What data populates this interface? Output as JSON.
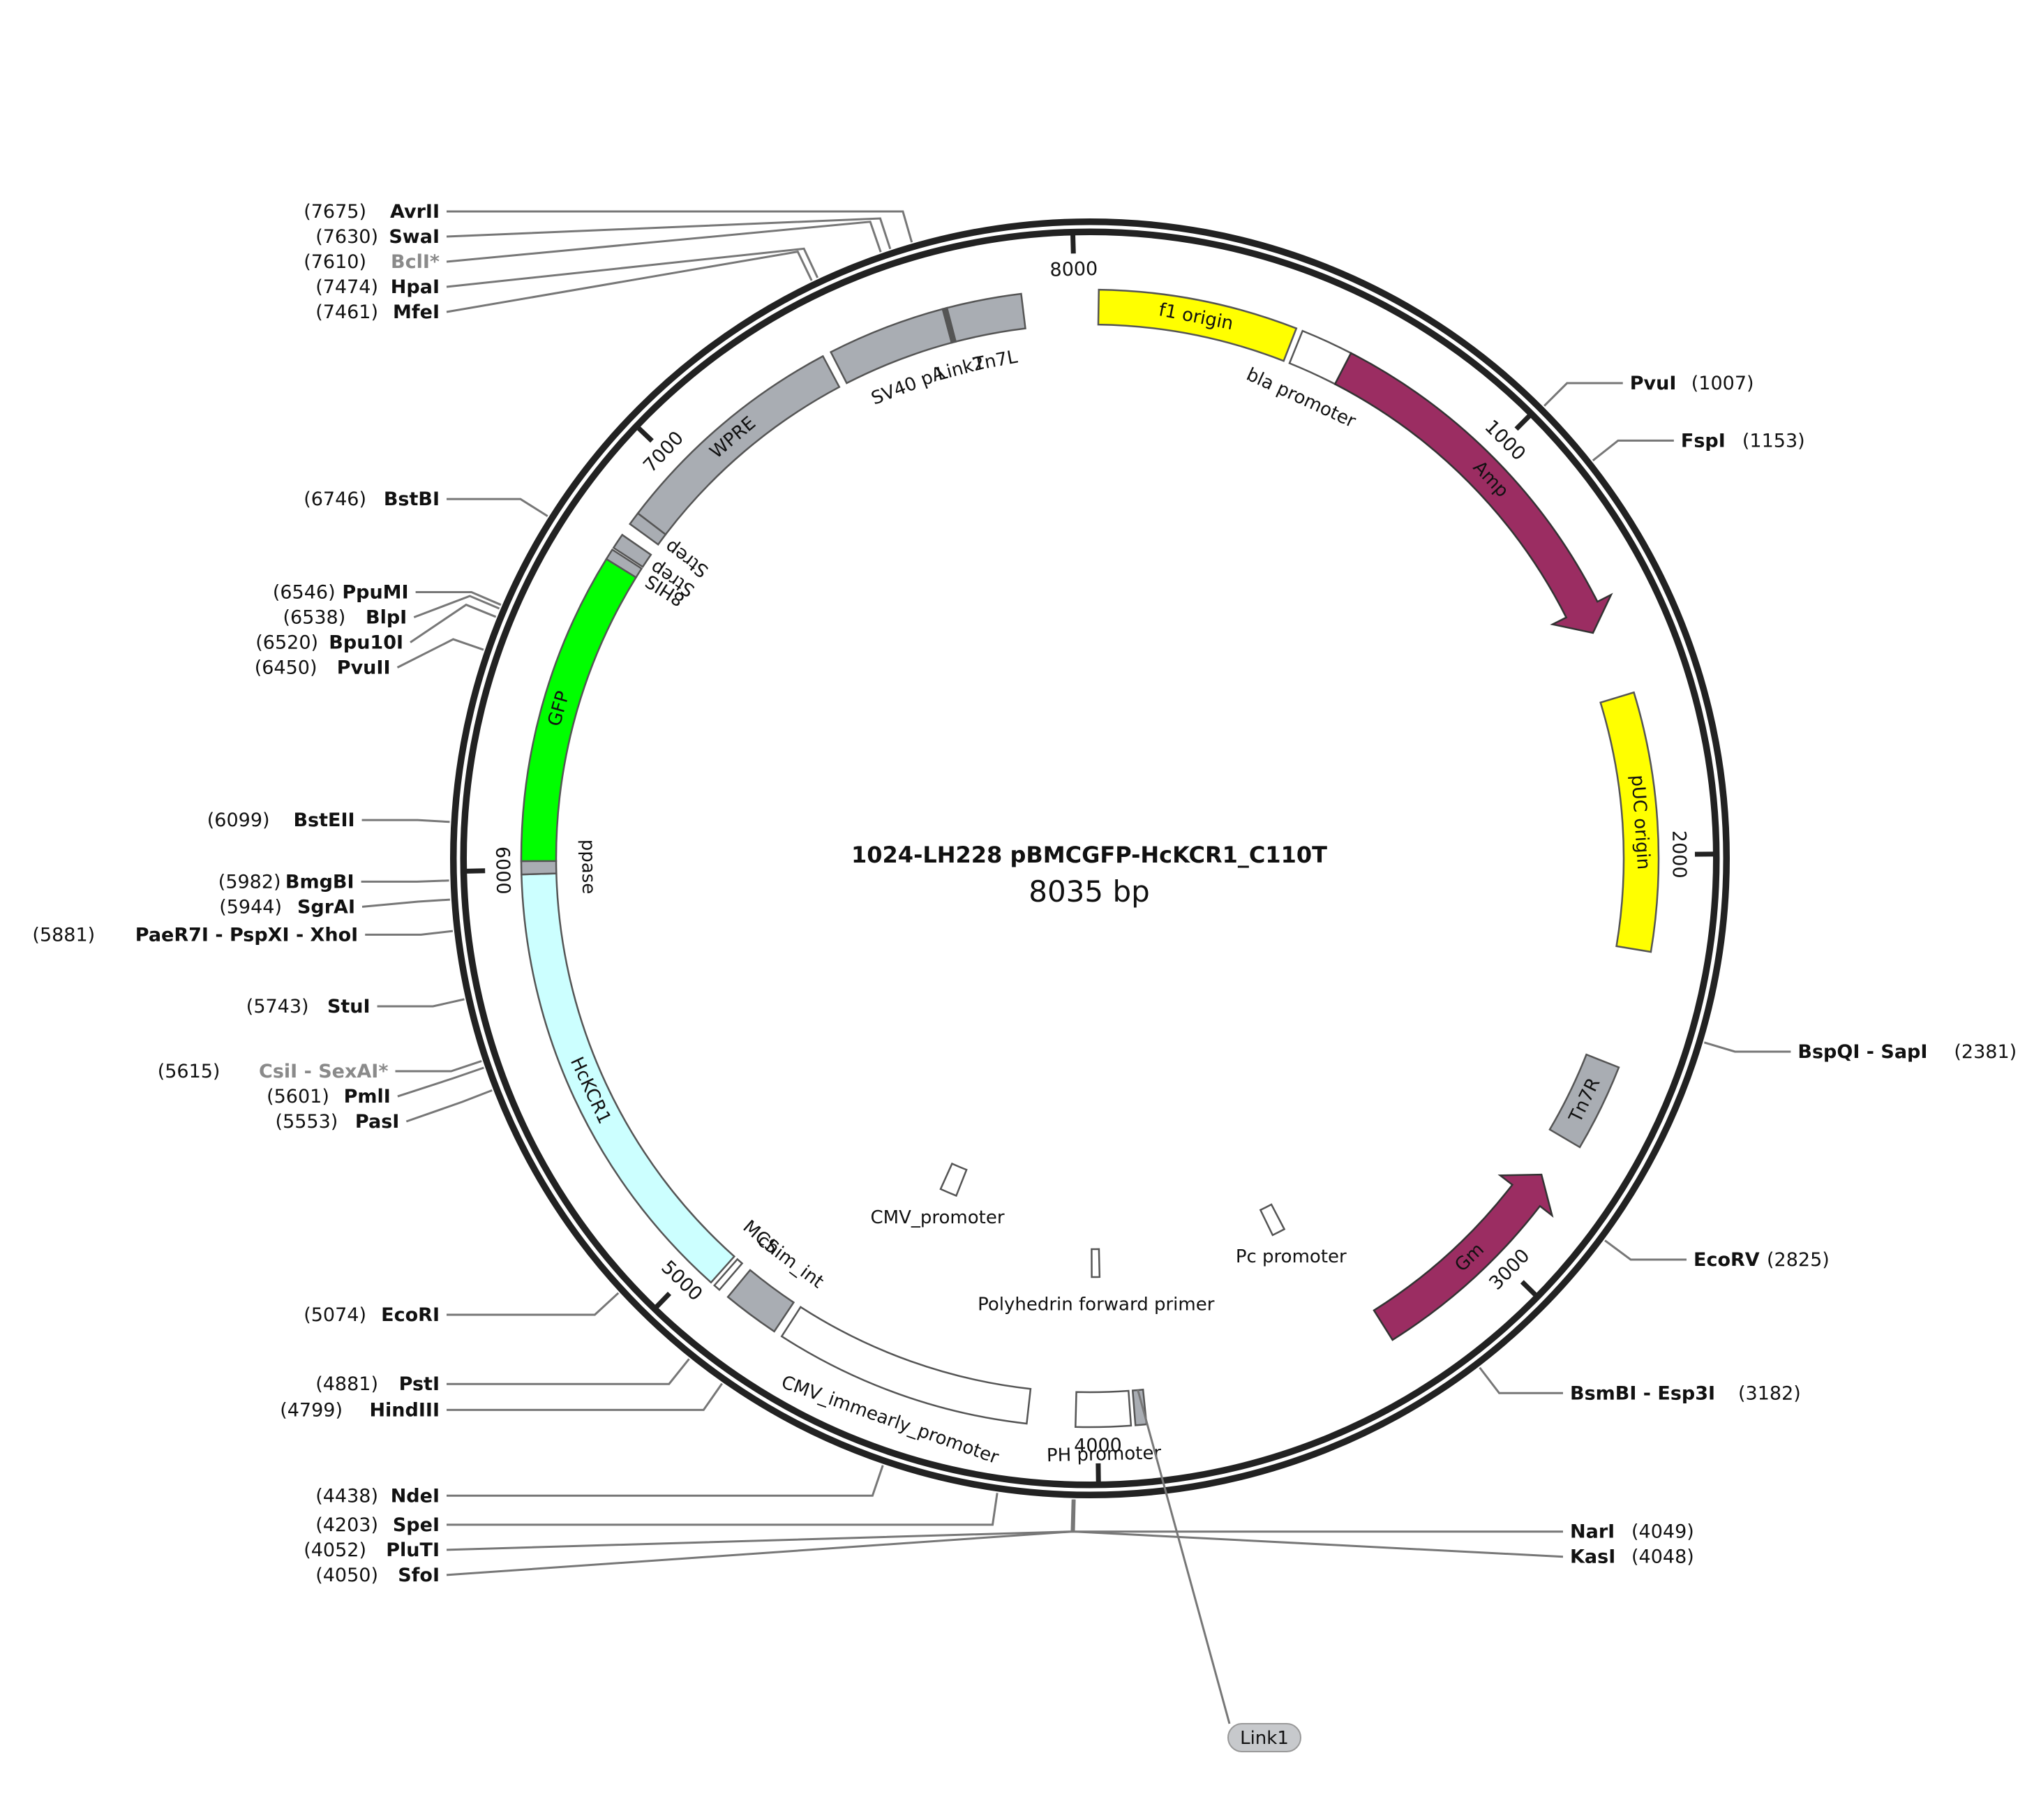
{
  "plasmid": {
    "name": "1024-LH228 pBMCGFP-HcKCR1_C110T",
    "length_label": "8035 bp",
    "length_bp": 8035
  },
  "ticks": [
    {
      "bp": 1000,
      "label": "1000"
    },
    {
      "bp": 2000,
      "label": "2000"
    },
    {
      "bp": 3000,
      "label": "3000"
    },
    {
      "bp": 4000,
      "label": "4000"
    },
    {
      "bp": 5000,
      "label": "5000"
    },
    {
      "bp": 6000,
      "label": "6000"
    },
    {
      "bp": 7000,
      "label": "7000"
    },
    {
      "bp": 8000,
      "label": "8000"
    }
  ],
  "features": [
    {
      "name": "f1 origin",
      "start": 20,
      "end": 475,
      "track": "outer",
      "type": "box",
      "color": "#ffff00",
      "label_pos": "inside"
    },
    {
      "name": "bla promoter",
      "start": 490,
      "end": 610,
      "track": "outer",
      "type": "box",
      "color": "#ffffff",
      "label_pos": "below"
    },
    {
      "name": "Amp",
      "start": 610,
      "end": 1470,
      "track": "outer",
      "type": "arrow_fwd",
      "color": "#9b2d62",
      "label_pos": "inside_white"
    },
    {
      "name": "pUC origin",
      "start": 1630,
      "end": 2220,
      "track": "outer",
      "type": "box",
      "color": "#ffff00",
      "label_pos": "inside"
    },
    {
      "name": "Tn7R",
      "start": 2490,
      "end": 2690,
      "track": "outer",
      "type": "box",
      "color": "#a9adb3",
      "label_pos": "inside"
    },
    {
      "name": "Gm",
      "start": 2790,
      "end": 3300,
      "track": "outer",
      "type": "arrow_rev",
      "color": "#9b2d62",
      "label_pos": "inside_white"
    },
    {
      "name": "Pc promoter",
      "start": 3400,
      "end": 3440,
      "track": "mid",
      "type": "small",
      "color": "#ffffff",
      "label_pos": "above"
    },
    {
      "name": "PH promoter",
      "start": 3925,
      "end": 4050,
      "track": "outer",
      "type": "box",
      "color": "#ffffff",
      "label_pos": "above"
    },
    {
      "name": "Link1",
      "start": 3890,
      "end": 3915,
      "track": "outer",
      "type": "box",
      "color": "#a9adb3",
      "label_pos": "callout"
    },
    {
      "name": "Polyhedrin forward primer",
      "start": 3988,
      "end": 4012,
      "track": "mid",
      "type": "small",
      "color": "#ffffff",
      "label_pos": "above"
    },
    {
      "name": "CMV_immearly_promoter",
      "start": 4160,
      "end": 4750,
      "track": "outer",
      "type": "box",
      "color": "#ffffff",
      "label_pos": "above"
    },
    {
      "name": "CMV_promoter",
      "start": 4500,
      "end": 4560,
      "track": "inner",
      "type": "small",
      "color": "#ffffff",
      "label_pos": "above"
    },
    {
      "name": "chim_int",
      "start": 4770,
      "end": 4900,
      "track": "outer",
      "type": "box",
      "color": "#a9adb3",
      "label_pos": "right"
    },
    {
      "name": "MCS",
      "start": 4925,
      "end": 4940,
      "track": "outer",
      "type": "box",
      "color": "#ffffff",
      "label_pos": "right"
    },
    {
      "name": "HcKCR1",
      "start": 4950,
      "end": 5990,
      "track": "outer",
      "type": "box",
      "color": "#ccffff",
      "label_pos": "inside"
    },
    {
      "name": "ppase",
      "start": 5990,
      "end": 6020,
      "track": "outer",
      "type": "box",
      "color": "#a9adb3",
      "label_pos": "right"
    },
    {
      "name": "GFP",
      "start": 6020,
      "end": 6735,
      "track": "outer",
      "type": "box",
      "color": "#00ff00",
      "label_pos": "inside"
    },
    {
      "name": "8HIS",
      "start": 6735,
      "end": 6760,
      "track": "outer",
      "type": "box",
      "color": "#a9adb3",
      "label_pos": "radial"
    },
    {
      "name": "Strep",
      "start": 6765,
      "end": 6800,
      "track": "outer",
      "type": "box",
      "color": "#a9adb3",
      "label_pos": "radial"
    },
    {
      "name": "Strep",
      "start": 6830,
      "end": 6860,
      "track": "outer",
      "type": "box",
      "color": "#a9adb3",
      "label_pos": "radial"
    },
    {
      "name": "WPRE",
      "start": 6860,
      "end": 7410,
      "track": "outer",
      "type": "box",
      "color": "#a9adb3",
      "label_pos": "inside"
    },
    {
      "name": "SV40 pA",
      "start": 7430,
      "end": 7700,
      "track": "outer",
      "type": "box",
      "color": "#a9adb3",
      "label_pos": "below"
    },
    {
      "name": "Link2",
      "start": 7700,
      "end": 7710,
      "track": "outer",
      "type": "box",
      "color": "#555555",
      "label_pos": "below"
    },
    {
      "name": "Tn7L",
      "start": 7710,
      "end": 7880,
      "track": "outer",
      "type": "box",
      "color": "#a9adb3",
      "label_pos": "below"
    }
  ],
  "sites": [
    {
      "name": "PvuI",
      "pos_label": "(1007)",
      "bp": 1007,
      "side": "right"
    },
    {
      "name": "FspI",
      "pos_label": "(1153)",
      "bp": 1153,
      "side": "right"
    },
    {
      "name": "BspQI - SapI",
      "pos_label": "(2381)",
      "bp": 2381,
      "side": "right"
    },
    {
      "name": "EcoRV",
      "pos_label": "(2825)",
      "bp": 2825,
      "side": "right"
    },
    {
      "name": "BsmBI - Esp3I",
      "pos_label": "(3182)",
      "bp": 3182,
      "side": "right"
    },
    {
      "name": "KasI",
      "pos_label": "(4048)",
      "bp": 4048,
      "side": "right"
    },
    {
      "name": "NarI",
      "pos_label": "(4049)",
      "bp": 4049,
      "side": "right"
    },
    {
      "name": "SfoI",
      "pos_label": "(4050)",
      "bp": 4050,
      "side": "left"
    },
    {
      "name": "PluTI",
      "pos_label": "(4052)",
      "bp": 4052,
      "side": "left"
    },
    {
      "name": "SpeI",
      "pos_label": "(4203)",
      "bp": 4203,
      "side": "left"
    },
    {
      "name": "NdeI",
      "pos_label": "(4438)",
      "bp": 4438,
      "side": "left"
    },
    {
      "name": "HindIII",
      "pos_label": "(4799)",
      "bp": 4799,
      "side": "left"
    },
    {
      "name": "PstI",
      "pos_label": "(4881)",
      "bp": 4881,
      "side": "left"
    },
    {
      "name": "EcoRI",
      "pos_label": "(5074)",
      "bp": 5074,
      "side": "left"
    },
    {
      "name": "PasI",
      "pos_label": "(5553)",
      "bp": 5553,
      "side": "left"
    },
    {
      "name": "PmlI",
      "pos_label": "(5601)",
      "bp": 5601,
      "side": "left"
    },
    {
      "name": "CsiI - SexAI*",
      "pos_label": "(5615)",
      "bp": 5615,
      "side": "left"
    },
    {
      "name": "StuI",
      "pos_label": "(5743)",
      "bp": 5743,
      "side": "left"
    },
    {
      "name": "PaeR7I - PspXI - XhoI",
      "pos_label": "(5881)",
      "bp": 5881,
      "side": "left"
    },
    {
      "name": "SgrAI",
      "pos_label": "(5944)",
      "bp": 5944,
      "side": "left"
    },
    {
      "name": "BmgBI",
      "pos_label": "(5982)",
      "bp": 5982,
      "side": "left"
    },
    {
      "name": "BstEII",
      "pos_label": "(6099)",
      "bp": 6099,
      "side": "left"
    },
    {
      "name": "PvuII",
      "pos_label": "(6450)",
      "bp": 6450,
      "side": "left"
    },
    {
      "name": "Bpu10I",
      "pos_label": "(6520)",
      "bp": 6520,
      "side": "left"
    },
    {
      "name": "BlpI",
      "pos_label": "(6538)",
      "bp": 6538,
      "side": "left"
    },
    {
      "name": "PpuMI",
      "pos_label": "(6546)",
      "bp": 6546,
      "side": "left"
    },
    {
      "name": "BstBI",
      "pos_label": "(6746)",
      "bp": 6746,
      "side": "left"
    },
    {
      "name": "MfeI",
      "pos_label": "(7461)",
      "bp": 7461,
      "side": "left"
    },
    {
      "name": "HpaI",
      "pos_label": "(7474)",
      "bp": 7474,
      "side": "left"
    },
    {
      "name": "BclI*",
      "pos_label": "(7610)",
      "bp": 7610,
      "side": "left"
    },
    {
      "name": "SwaI",
      "pos_label": "(7630)",
      "bp": 7630,
      "side": "left"
    },
    {
      "name": "AvrII",
      "pos_label": "(7675)",
      "bp": 7675,
      "side": "left"
    }
  ]
}
